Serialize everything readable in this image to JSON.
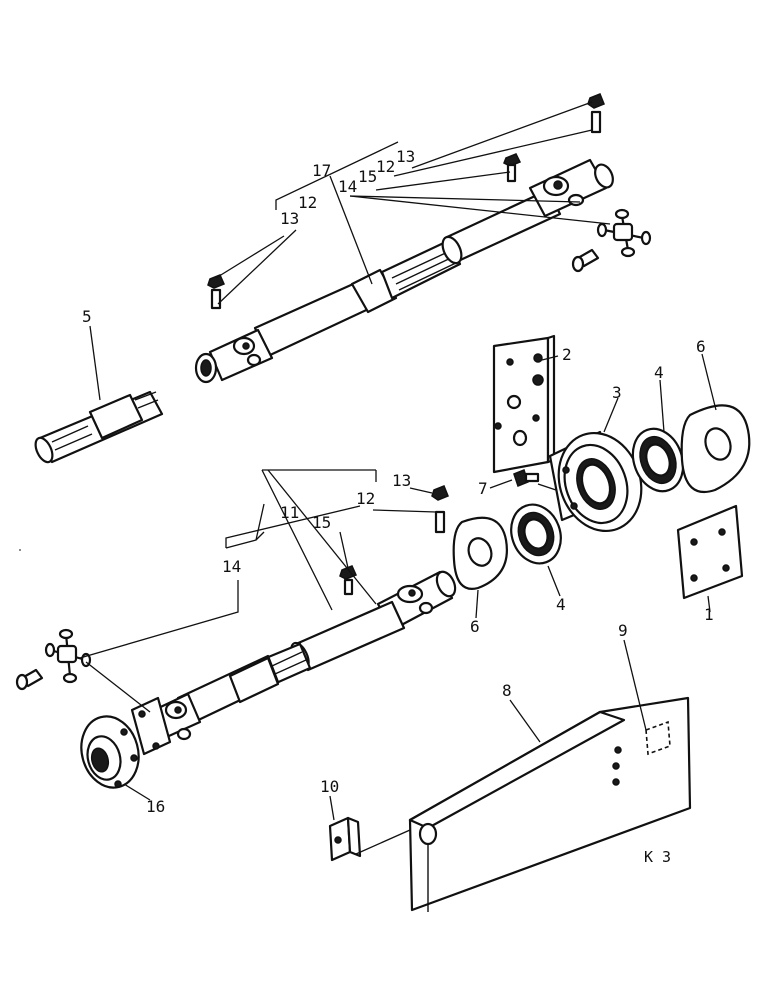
{
  "labels": {
    "l1": "1",
    "l2": "2",
    "l3": "3",
    "l4a": "4",
    "l4b": "4",
    "l5": "5",
    "l6a": "6",
    "l6b": "6",
    "l7": "7",
    "l8": "8",
    "l9": "9",
    "l10": "10",
    "l11": "11",
    "l12a": "12",
    "l12b": "12",
    "l12c": "12",
    "l13a": "13",
    "l13b": "13",
    "l13c": "13",
    "l14a": "14",
    "l14b": "14",
    "l15a": "15",
    "l15b": "15",
    "l16": "16",
    "l17": "17"
  },
  "sheet_code": "K 3"
}
